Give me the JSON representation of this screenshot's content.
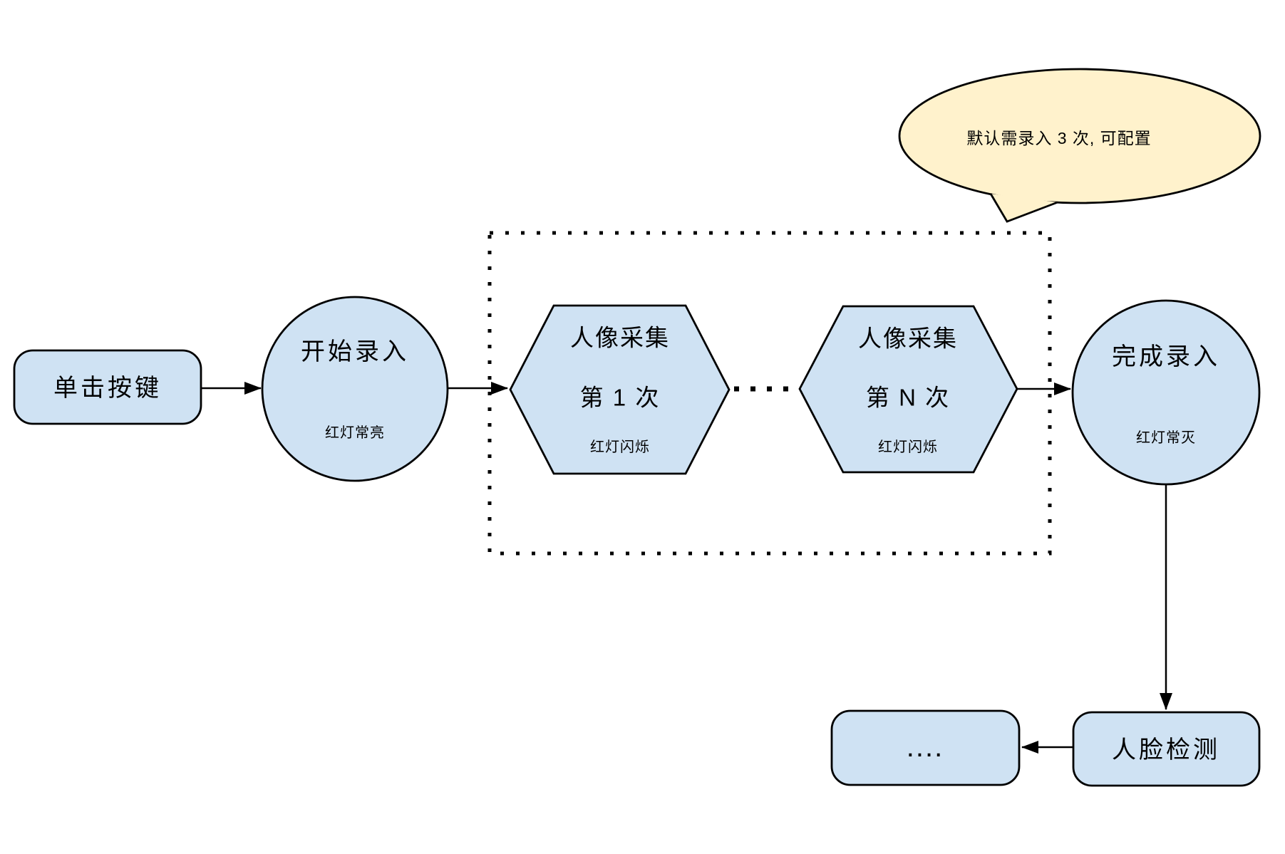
{
  "canvas": {
    "background": "#ffffff"
  },
  "colors": {
    "node_fill": "#cfe2f3",
    "bubble_fill": "#fff2cc",
    "stroke": "#000000"
  },
  "callout": {
    "text": "默认需录入 3 次, 可配置"
  },
  "nodes": {
    "click_button": {
      "label": "单击按键"
    },
    "start_capture": {
      "label": "开始录入",
      "status": "红灯常亮"
    },
    "capture_first": {
      "line1": "人像采集",
      "line2": "第 1 次",
      "status": "红灯闪烁"
    },
    "capture_nth": {
      "line1": "人像采集",
      "line2": "第 N 次",
      "status": "红灯闪烁"
    },
    "finish_capture": {
      "label": "完成录入",
      "status": "红灯常灭"
    },
    "face_detection": {
      "label": "人脸检测"
    },
    "more_steps": {
      "label": "...."
    }
  }
}
